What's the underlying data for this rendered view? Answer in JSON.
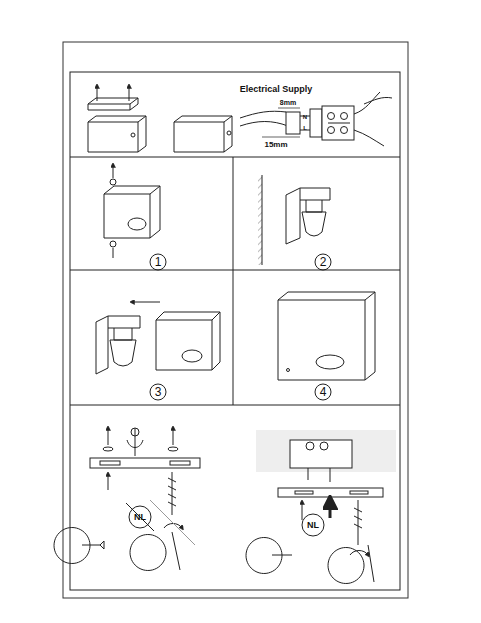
{
  "diagram": {
    "labels": [
      "Electrical Supply",
      "8mm",
      "15mm",
      "N",
      "L",
      "1",
      "2",
      "3",
      "4",
      "NL",
      "NL"
    ]
  }
}
